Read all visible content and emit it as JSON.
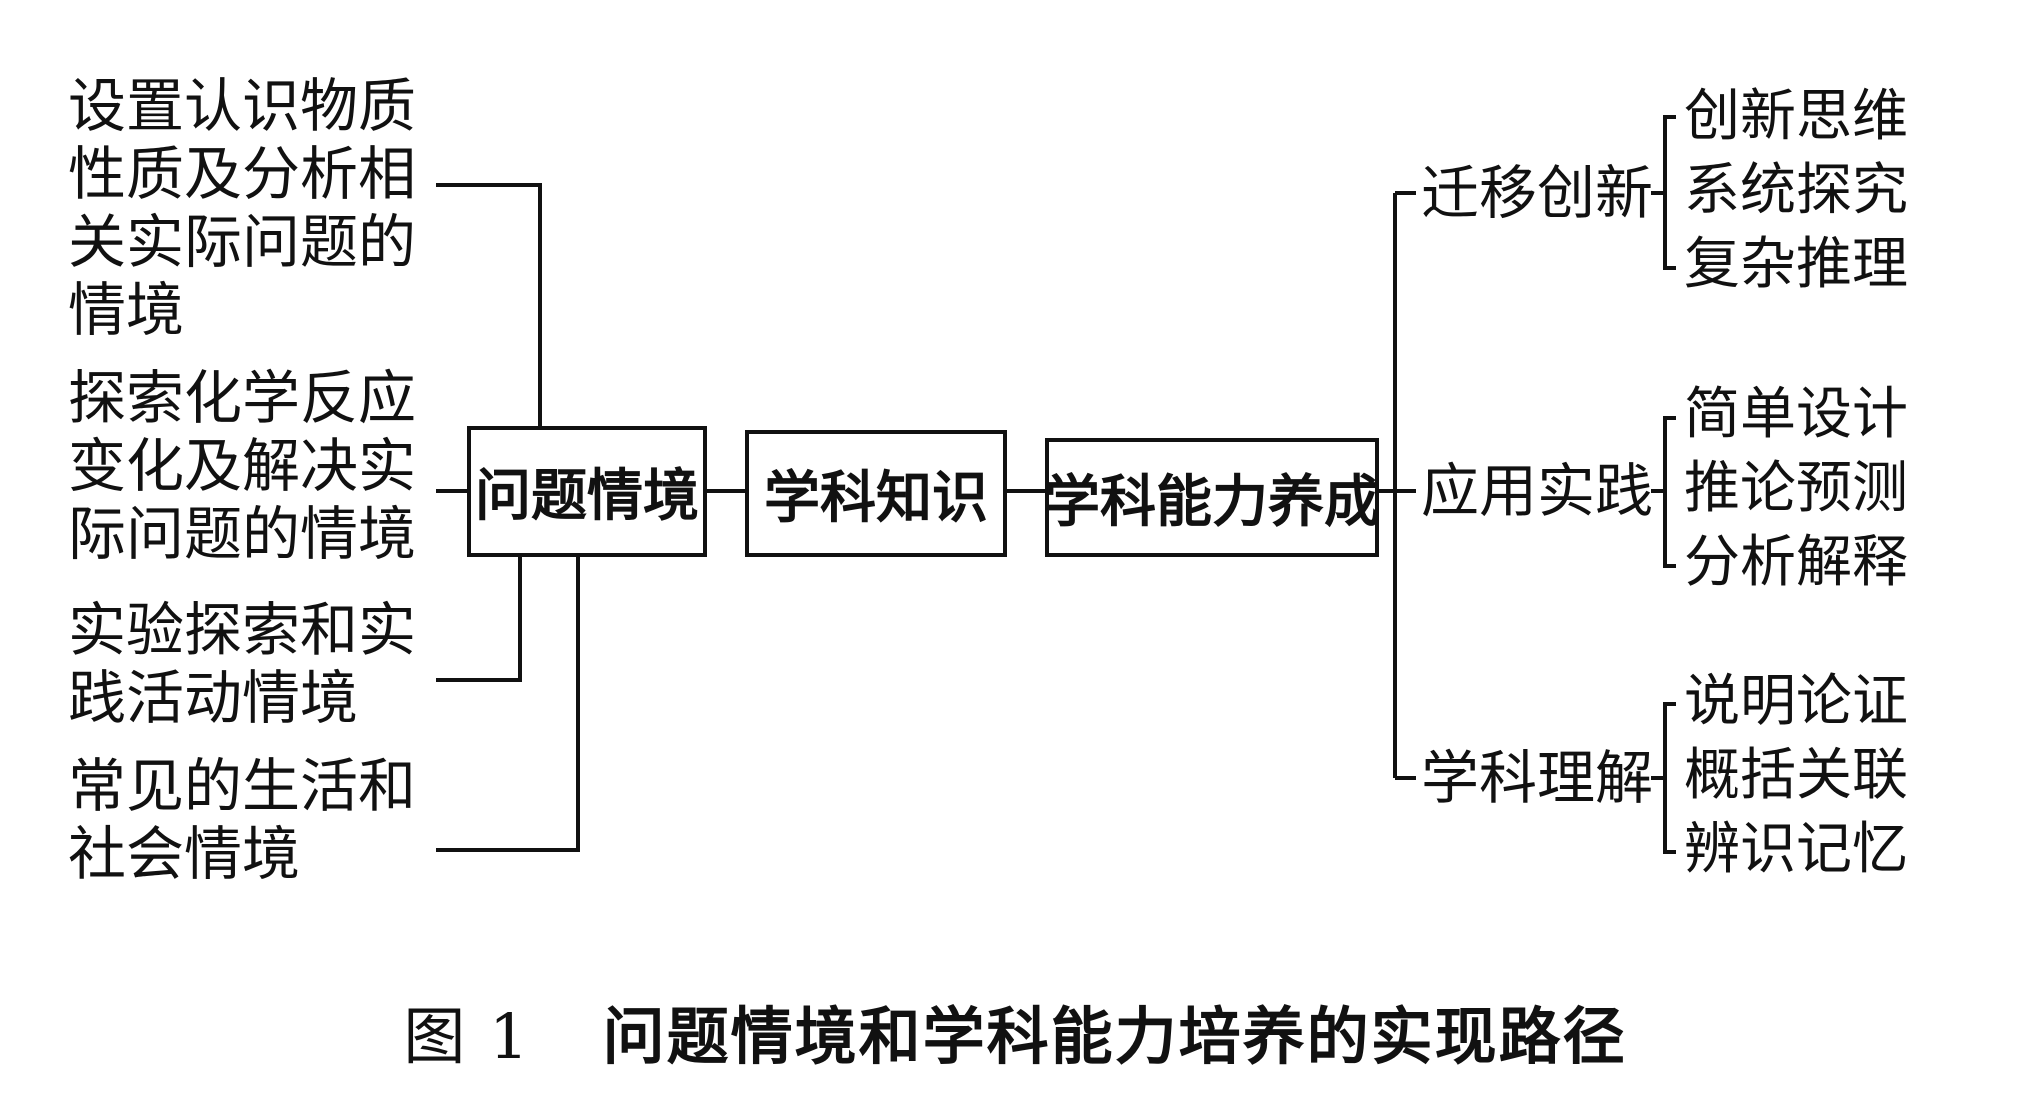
{
  "diagram": {
    "left_situations": [
      [
        "设置认识物质",
        "性质及分析相",
        "关实际问题的",
        "情境"
      ],
      [
        "探索化学反应",
        "变化及解决实",
        "际问题的情境"
      ],
      [
        "实验探索和实",
        "践活动情境"
      ],
      [
        "常见的生活和",
        "社会情境"
      ]
    ],
    "center_boxes": [
      "问题情境",
      "学科知识",
      "学科能力养成"
    ],
    "branches": [
      {
        "label": "迁移创新",
        "items": [
          "创新思维",
          "系统探究",
          "复杂推理"
        ]
      },
      {
        "label": "应用实践",
        "items": [
          "简单设计",
          "推论预测",
          "分析解释"
        ]
      },
      {
        "label": "学科理解",
        "items": [
          "说明论证",
          "概括关联",
          "辨识记忆"
        ]
      }
    ]
  },
  "caption": {
    "number": "图 1",
    "title": "问题情境和学科能力培养的实现路径"
  }
}
